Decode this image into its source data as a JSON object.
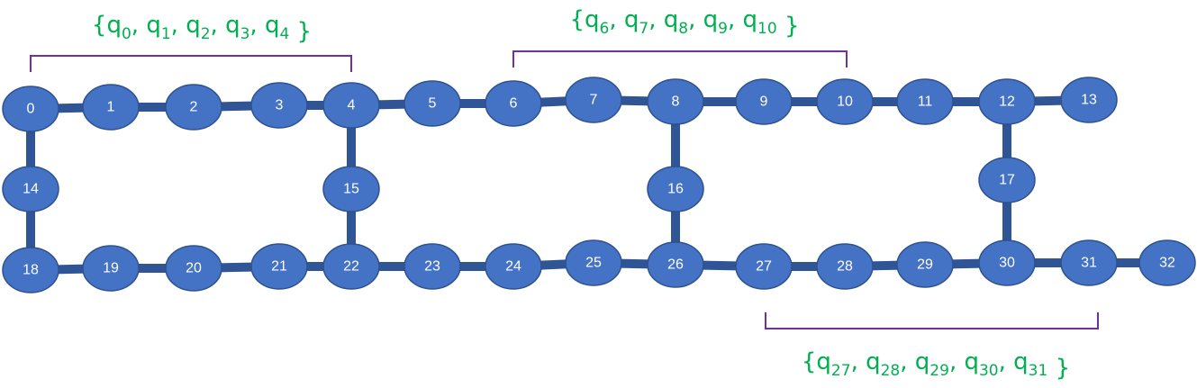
{
  "colors": {
    "node_fill": "#4472c4",
    "node_stroke": "#2f528f",
    "edge": "#2f5597",
    "bracket": "#7030a0",
    "label_text": "#00b050",
    "node_text": "#ffffff"
  },
  "nodes": [
    {
      "id": "0",
      "label": "0"
    },
    {
      "id": "1",
      "label": "1"
    },
    {
      "id": "2",
      "label": "2"
    },
    {
      "id": "3",
      "label": "3"
    },
    {
      "id": "4",
      "label": "4"
    },
    {
      "id": "5",
      "label": "5"
    },
    {
      "id": "6",
      "label": "6"
    },
    {
      "id": "7",
      "label": "7"
    },
    {
      "id": "8",
      "label": "8"
    },
    {
      "id": "9",
      "label": "9"
    },
    {
      "id": "10",
      "label": "10"
    },
    {
      "id": "11",
      "label": "11"
    },
    {
      "id": "12",
      "label": "12"
    },
    {
      "id": "13",
      "label": "13"
    },
    {
      "id": "14",
      "label": "14"
    },
    {
      "id": "15",
      "label": "15"
    },
    {
      "id": "16",
      "label": "16"
    },
    {
      "id": "17",
      "label": "17"
    },
    {
      "id": "18",
      "label": "18"
    },
    {
      "id": "19",
      "label": "19"
    },
    {
      "id": "20",
      "label": "20"
    },
    {
      "id": "21",
      "label": "21"
    },
    {
      "id": "22",
      "label": "22"
    },
    {
      "id": "23",
      "label": "23"
    },
    {
      "id": "24",
      "label": "24"
    },
    {
      "id": "25",
      "label": "25"
    },
    {
      "id": "26",
      "label": "26"
    },
    {
      "id": "27",
      "label": "27"
    },
    {
      "id": "28",
      "label": "28"
    },
    {
      "id": "29",
      "label": "29"
    },
    {
      "id": "30",
      "label": "30"
    },
    {
      "id": "31",
      "label": "31"
    },
    {
      "id": "32",
      "label": "32"
    }
  ],
  "edges": [
    [
      "0",
      "1"
    ],
    [
      "1",
      "2"
    ],
    [
      "2",
      "3"
    ],
    [
      "3",
      "4"
    ],
    [
      "4",
      "5"
    ],
    [
      "5",
      "6"
    ],
    [
      "6",
      "7"
    ],
    [
      "7",
      "8"
    ],
    [
      "8",
      "9"
    ],
    [
      "9",
      "10"
    ],
    [
      "10",
      "11"
    ],
    [
      "11",
      "12"
    ],
    [
      "12",
      "13"
    ],
    [
      "0",
      "14"
    ],
    [
      "14",
      "18"
    ],
    [
      "4",
      "15"
    ],
    [
      "15",
      "22"
    ],
    [
      "8",
      "16"
    ],
    [
      "16",
      "26"
    ],
    [
      "12",
      "17"
    ],
    [
      "17",
      "30"
    ],
    [
      "18",
      "19"
    ],
    [
      "19",
      "20"
    ],
    [
      "20",
      "21"
    ],
    [
      "21",
      "22"
    ],
    [
      "22",
      "23"
    ],
    [
      "23",
      "24"
    ],
    [
      "24",
      "25"
    ],
    [
      "25",
      "26"
    ],
    [
      "26",
      "27"
    ],
    [
      "27",
      "28"
    ],
    [
      "28",
      "29"
    ],
    [
      "29",
      "30"
    ],
    [
      "30",
      "31"
    ],
    [
      "31",
      "32"
    ]
  ],
  "groups": [
    {
      "id": "group-0-4",
      "open": "{",
      "close": " }",
      "members": [
        {
          "q": "q",
          "sub": "0",
          "sep": ", "
        },
        {
          "q": "q",
          "sub": "1",
          "sep": ", "
        },
        {
          "q": "q",
          "sub": "2",
          "sep": ", "
        },
        {
          "q": "q",
          "sub": "3",
          "sep": ", "
        },
        {
          "q": "q",
          "sub": "4",
          "sep": ""
        }
      ]
    },
    {
      "id": "group-6-10",
      "open": "{",
      "close": " }",
      "members": [
        {
          "q": "q",
          "sub": "6",
          "sep": ", "
        },
        {
          "q": "q",
          "sub": "7",
          "sep": ", "
        },
        {
          "q": "q",
          "sub": "8",
          "sep": ", "
        },
        {
          "q": "q",
          "sub": "9",
          "sep": ", "
        },
        {
          "q": "q",
          "sub": "10",
          "sep": ""
        }
      ]
    },
    {
      "id": "group-27-31",
      "open": "{",
      "close": " }",
      "members": [
        {
          "q": "q",
          "sub": "27",
          "sep": ", "
        },
        {
          "q": "q",
          "sub": "28",
          "sep": ", "
        },
        {
          "q": "q",
          "sub": "29",
          "sep": ", "
        },
        {
          "q": "q",
          "sub": "30",
          "sep": ", "
        },
        {
          "q": "q",
          "sub": "31",
          "sep": ""
        }
      ]
    }
  ]
}
